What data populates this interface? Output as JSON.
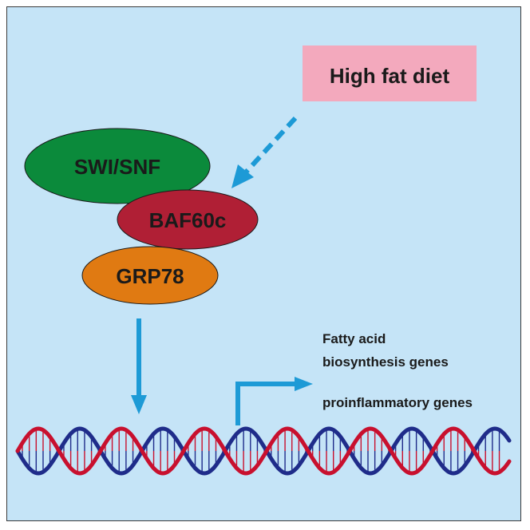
{
  "diet_label": "High fat diet",
  "complex": {
    "swi_snf": "SWI/SNF",
    "baf60c": "BAF60c",
    "grp78": "GRP78"
  },
  "targets": {
    "line1": "Fatty acid",
    "line2": "biosynthesis genes",
    "line3": "proinflammatory genes"
  },
  "colors": {
    "background": "#c5e4f7",
    "diet_box": "#f3a9bd",
    "swi_snf": "#0b8a3b",
    "baf60c": "#b01f35",
    "grp78": "#e07a12",
    "arrow": "#1d9ad6",
    "dna_red": "#c8102e",
    "dna_blue": "#1f2c8a"
  }
}
